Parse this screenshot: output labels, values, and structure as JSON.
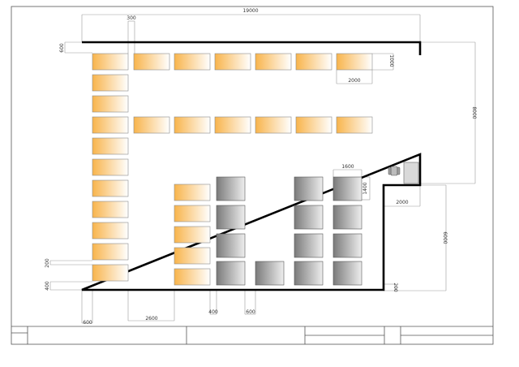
{
  "dimensions": {
    "overall_width": "19000",
    "top_gap": "300",
    "top_offset": "600",
    "desk_depth": "1000",
    "desk_width": "2000",
    "right_depth": "8000",
    "gray_desk_width": "1600",
    "gray_desk_depth": "1400",
    "notch_width": "2000",
    "lower_right_depth": "6000",
    "left_small": "200",
    "left_bottom": "400",
    "bottom_left": "600",
    "bottom_span": "2600",
    "bottom_gap1": "400",
    "bottom_gap2": "600",
    "bottom_right": "200"
  },
  "colors": {
    "desk_warm": "#f8b44c",
    "desk_light": "#ffffff",
    "desk_gray_dark": "#7a7a7a",
    "desk_gray_light": "#eeeeee",
    "wall": "#000000"
  },
  "legend": {
    "office_chair": "office-chair-icon"
  },
  "title_block": {
    "cells": [
      "",
      "",
      "",
      "",
      "",
      ""
    ]
  }
}
